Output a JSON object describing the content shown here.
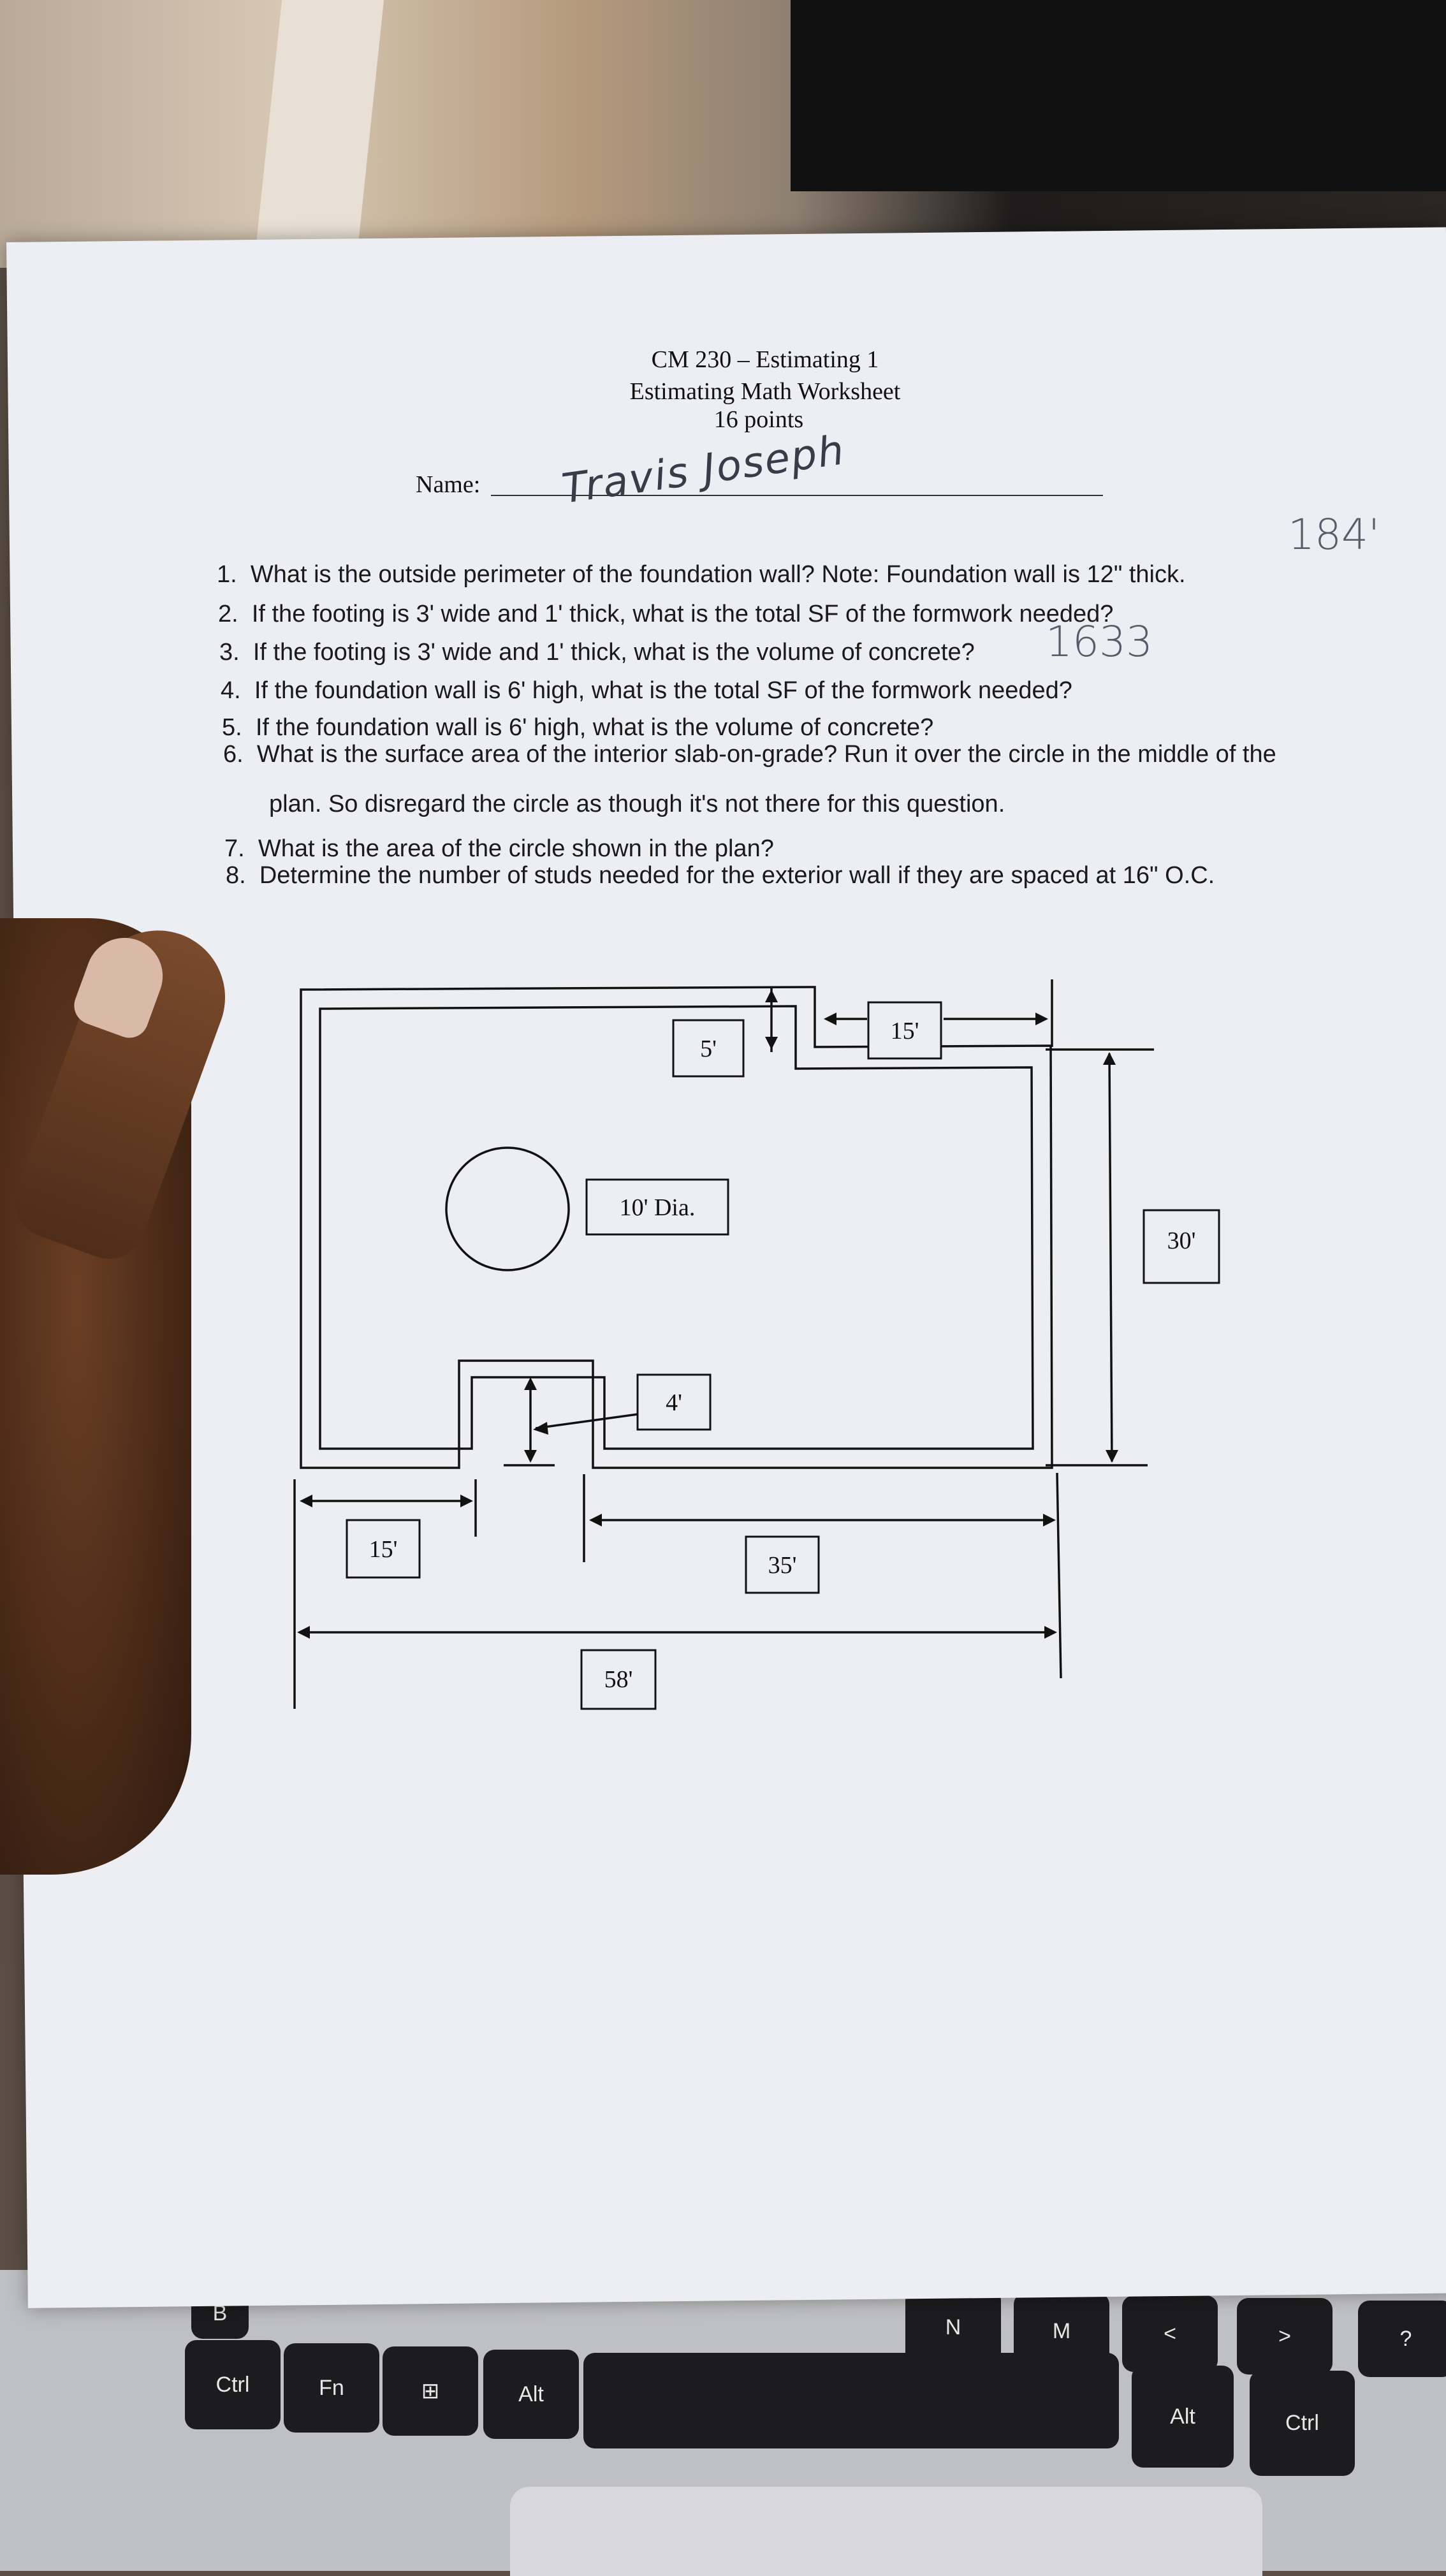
{
  "header": {
    "course": "CM 230 – Estimating 1",
    "title": "Estimating Math Worksheet",
    "points": "16 points"
  },
  "name_label": "Name:",
  "name_signature": "Travis Joseph",
  "handwritten_answers": {
    "q1": "184'",
    "q3": "1633"
  },
  "questions": [
    {
      "num": "1.",
      "text": "What is the outside perimeter of the foundation wall? Note: Foundation wall is 12\" thick."
    },
    {
      "num": "2.",
      "text": "If the footing is 3' wide and 1' thick, what is the total SF of the formwork needed?"
    },
    {
      "num": "3.",
      "text": "If the footing is 3' wide and 1' thick, what is the volume of concrete?"
    },
    {
      "num": "4.",
      "text": "If the foundation wall is 6' high, what is the total SF of the formwork needed?"
    },
    {
      "num": "5.",
      "text": "If the foundation wall is 6' high, what is the volume of concrete?"
    },
    {
      "num": "6.",
      "text": "What is the surface area of the interior slab-on-grade? Run it over the circle in the middle of the"
    },
    {
      "num": "",
      "text": "plan. So disregard the circle as though it's not there for this question."
    },
    {
      "num": "7.",
      "text": "What is the area of the circle shown in the plan?"
    },
    {
      "num": "8.",
      "text": "Determine the number of studs needed for the exterior wall if they are spaced at 16\" O.C."
    }
  ],
  "plan_labels": {
    "notch_top": "5'",
    "top_right": "15'",
    "circle": "10' Dia.",
    "height": "30'",
    "notch_bottom": "4'",
    "bottom_left": "15'",
    "bottom_mid": "35'",
    "overall": "58'"
  },
  "keyboard": {
    "ctrl_left": "Ctrl",
    "fn": "Fn",
    "alt_left": "Alt",
    "key_b": "B",
    "key_n": "N",
    "key_m": "M",
    "key_comma": "<",
    "key_period": ">",
    "key_slash": "?",
    "alt_right": "Alt",
    "ctrl_right": "Ctrl"
  }
}
